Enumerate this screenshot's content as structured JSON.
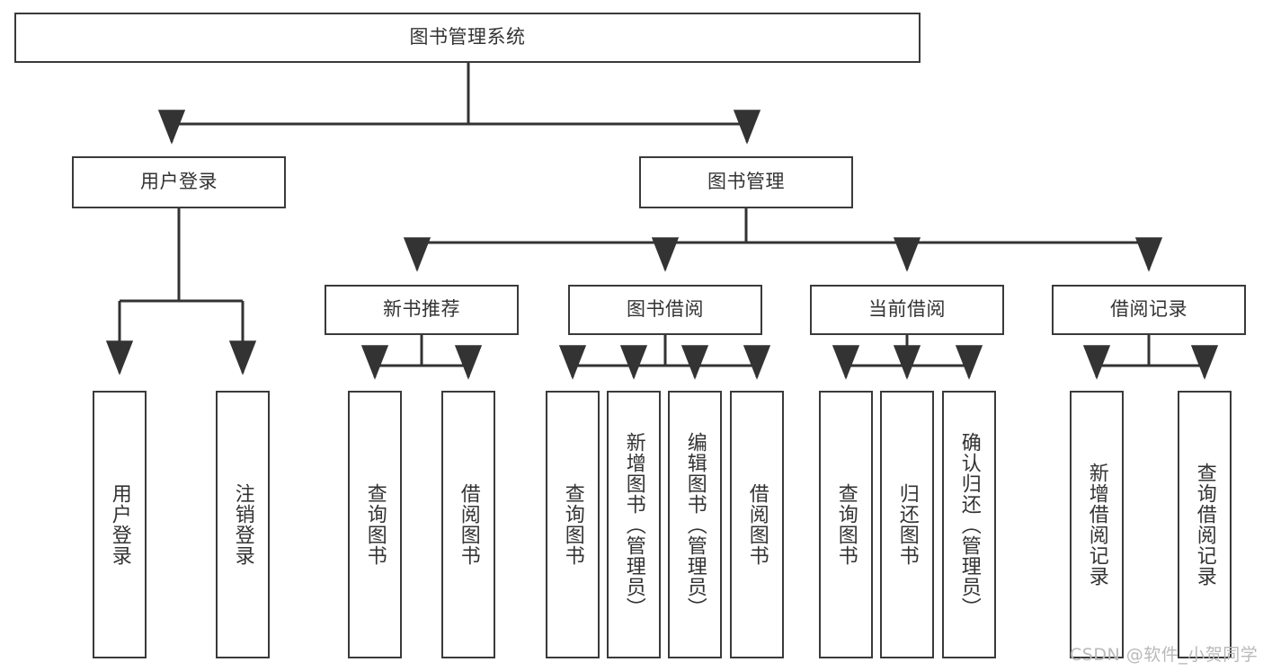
{
  "diagram": {
    "type": "tree-hierarchy-chart",
    "title": "图书管理系统",
    "watermark": "CSDN @软件_小贺同学",
    "colors": {
      "box_border": "#3a3a3a",
      "box_fill": "#ffffff",
      "connector": "#333333",
      "text": "#333333",
      "watermark": "#b9b9b9",
      "background": "#ffffff"
    },
    "root": {
      "label": "图书管理系统"
    },
    "level2": [
      {
        "label": "用户登录"
      },
      {
        "label": "图书管理"
      }
    ],
    "level3": [
      {
        "label": "新书推荐"
      },
      {
        "label": "图书借阅"
      },
      {
        "label": "当前借阅"
      },
      {
        "label": "借阅记录"
      }
    ],
    "leaves": {
      "user_login": [
        {
          "label": "用户登录"
        },
        {
          "label": "注销登录"
        }
      ],
      "new_book_recommend": [
        {
          "label": "查询图书"
        },
        {
          "label": "借阅图书"
        }
      ],
      "book_borrow": [
        {
          "label": "查询图书"
        },
        {
          "label": "新增图书（管理员）"
        },
        {
          "label": "编辑图书（管理员）"
        },
        {
          "label": "借阅图书"
        }
      ],
      "current_borrow": [
        {
          "label": "查询图书"
        },
        {
          "label": "归还图书"
        },
        {
          "label": "确认归还（管理员）"
        }
      ],
      "borrow_record": [
        {
          "label": "新增借阅记录"
        },
        {
          "label": "查询借阅记录"
        }
      ]
    }
  }
}
